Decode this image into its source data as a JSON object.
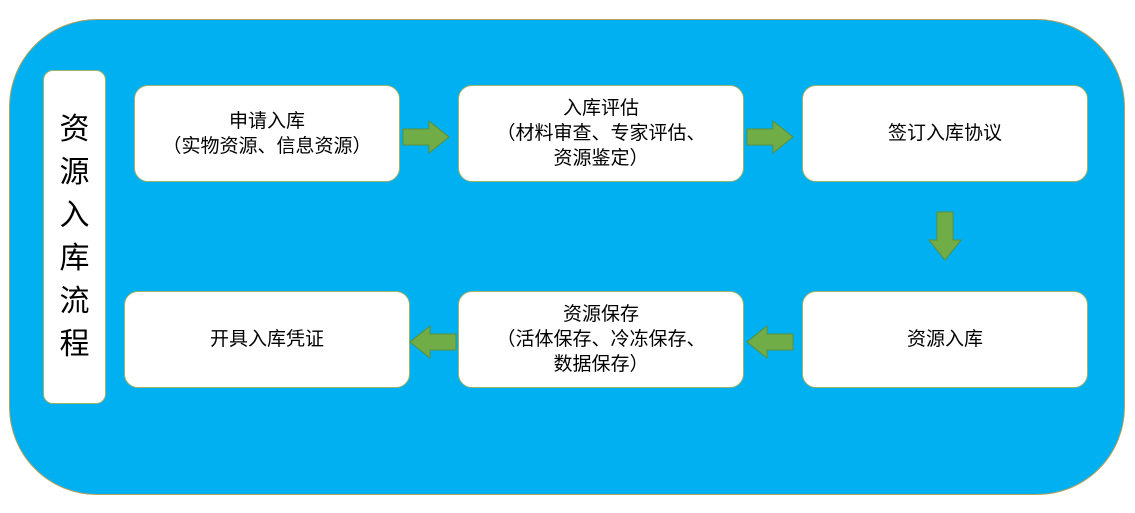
{
  "side_title": "资源入库流程",
  "steps": {
    "apply": {
      "line1": "申请入库",
      "line2": "（实物资源、信息资源）"
    },
    "evaluate": {
      "line1": "入库评估",
      "line2": "（材料审查、专家评估、",
      "line3": "资源鉴定）"
    },
    "agreement": {
      "line1": "签订入库协议"
    },
    "storage_in": {
      "line1": "资源入库"
    },
    "preserve": {
      "line1": "资源保存",
      "line2": "（活体保存、冷冻保存、",
      "line3": "数据保存）"
    },
    "certificate": {
      "line1": "开具入库凭证"
    }
  },
  "colors": {
    "background": "#00b0f0",
    "box_fill": "#ffffff",
    "arrow": "#70ad47"
  }
}
